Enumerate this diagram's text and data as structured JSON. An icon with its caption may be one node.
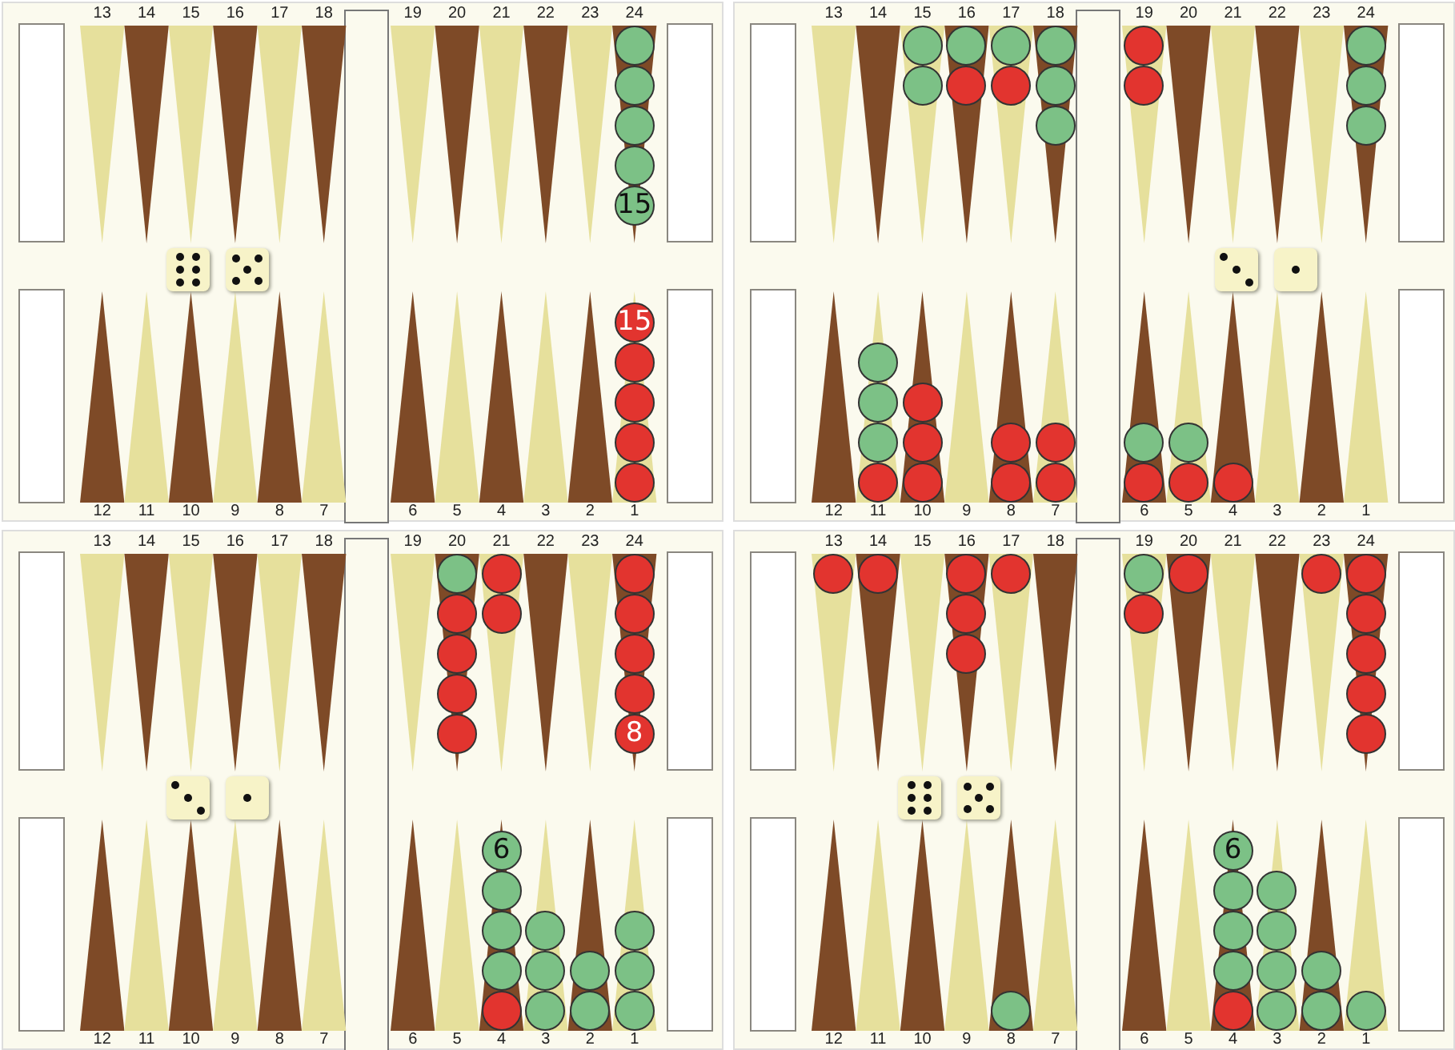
{
  "diagram": {
    "nodes": [
      {
        "text": [],
        "shape": "circle"
      },
      {
        "text": [],
        "shape": "circle"
      },
      {
        "text": [],
        "shape": "circle"
      },
      {
        "text": [],
        "shape": "circle"
      },
      {
        "text": [
          "15"
        ]
      },
      {
        "text": [
          "15"
        ]
      },
      {
        "text": [],
        "shape": "circle"
      },
      {
        "text": [],
        "shape": "circle"
      },
      {
        "text": [],
        "shape": "circle"
      },
      {
        "text": [],
        "shape": "circle"
      },
      {
        "text": [],
        "shape": "circle"
      },
      {
        "text": [],
        "shape": "circle"
      },
      {
        "text": [],
        "shape": "circle"
      },
      {
        "text": [],
        "shape": "circle"
      },
      {
        "text": [],
        "shape": "circle"
      },
      {
        "text": [],
        "shape": "circle"
      },
      {
        "text": [],
        "shape": "circle"
      },
      {
        "text": [],
        "shape": "circle"
      },
      {
        "text": [],
        "shape": "circle"
      },
      {
        "text": [],
        "shape": "circle"
      },
      {
        "text": [],
        "shape": "circle"
      },
      {
        "text": [],
        "shape": "circle"
      },
      {
        "text": [],
        "shape": "circle"
      },
      {
        "text": [],
        "shape": "circle"
      },
      {
        "text": [],
        "shape": "circle"
      },
      {
        "text": [],
        "shape": "circle"
      },
      {
        "text": [],
        "shape": "circle"
      },
      {
        "text": [],
        "shape": "circle"
      },
      {
        "text": [],
        "shape": "circle"
      },
      {
        "text": [],
        "shape": "circle"
      },
      {
        "text": [],
        "shape": "circle"
      },
      {
        "text": [],
        "shape": "circle"
      },
      {
        "text": [],
        "shape": "circle"
      },
      {
        "text": [],
        "shape": "circle"
      },
      {
        "text": [],
        "shape": "circle"
      },
      {
        "text": [],
        "shape": "circle"
      },
      {
        "text": [],
        "shape": "circle"
      },
      {
        "text": [],
        "shape": "circle"
      },
      {
        "text": [],
        "shape": "circle"
      },
      {
        "text": [],
        "shape": "circle"
      },
      {
        "text": [],
        "shape": "circle"
      },
      {
        "text": [],
        "shape": "circle"
      },
      {
        "text": [],
        "shape": "circle"
      },
      {
        "text": [],
        "shape": "circle"
      },
      {
        "text": [],
        "shape": "circle"
      },
      {
        "text": [],
        "shape": "circle"
      },
      {
        "text": [],
        "shape": "circle"
      },
      {
        "text": [],
        "shape": "circle"
      },
      {
        "text": [],
        "shape": "circle"
      },
      {
        "text": [],
        "shape": "circle"
      },
      {
        "text": [],
        "shape": "circle"
      },
      {
        "text": [
          "8"
        ]
      },
      {
        "text": [
          "6"
        ]
      },
      {
        "text": [],
        "shape": "circle"
      },
      {
        "text": [],
        "shape": "circle"
      },
      {
        "text": [],
        "shape": "circle"
      },
      {
        "text": [],
        "shape": "circle"
      },
      {
        "text": [],
        "shape": "circle"
      },
      {
        "text": [],
        "shape": "circle"
      },
      {
        "text": [],
        "shape": "circle"
      },
      {
        "text": [],
        "shape": "circle"
      },
      {
        "text": [],
        "shape": "circle"
      },
      {
        "text": [],
        "shape": "circle"
      },
      {
        "text": [],
        "shape": "circle"
      },
      {
        "text": [],
        "shape": "circle"
      },
      {
        "text": [],
        "shape": "circle"
      },
      {
        "text": [],
        "shape": "circle"
      },
      {
        "text": [],
        "shape": "circle"
      },
      {
        "text": [],
        "shape": "circle"
      },
      {
        "text": [],
        "shape": "circle"
      },
      {
        "text": [],
        "shape": "circle"
      },
      {
        "text": [],
        "shape": "circle"
      },
      {
        "text": [],
        "shape": "circle"
      },
      {
        "text": [],
        "shape": "circle"
      },
      {
        "text": [],
        "shape": "circle"
      },
      {
        "text": [],
        "shape": "circle"
      },
      {
        "text": [],
        "shape": "circle"
      },
      {
        "text": [],
        "shape": "circle"
      },
      {
        "text": [],
        "shape": "circle"
      },
      {
        "text": [],
        "shape": "circle"
      },
      {
        "text": [],
        "shape": "circle"
      },
      {
        "text": [
          "6"
        ]
      },
      {
        "text": [],
        "shape": "circle"
      },
      {
        "text": [],
        "shape": "circle"
      },
      {
        "text": [],
        "shape": "circle"
      },
      {
        "text": [],
        "shape": "circle"
      },
      {
        "text": [],
        "shape": "circle"
      },
      {
        "text": [],
        "shape": "circle"
      },
      {
        "text": [],
        "shape": "circle"
      },
      {
        "text": [],
        "shape": "circle"
      },
      {
        "text": [],
        "shape": "circle"
      },
      {
        "text": [],
        "shape": "circle"
      },
      {
        "text": [],
        "shape": "circle"
      }
    ],
    "labels": [
      "13",
      "14",
      "15",
      "16",
      "17",
      "18",
      "19",
      "20",
      "21",
      "22",
      "23",
      "24",
      "13",
      "14",
      "15",
      "16",
      "17",
      "18",
      "19",
      "20",
      "21",
      "22",
      "23",
      "24",
      "12",
      "11",
      "10",
      "9",
      "8",
      "7",
      "6",
      "5",
      "4",
      "3",
      "2",
      "1",
      "12",
      "11",
      "10",
      "9",
      "8",
      "7",
      "6",
      "5",
      "4",
      "3",
      "2",
      "1",
      "13",
      "14",
      "15",
      "16",
      "17",
      "18",
      "19",
      "20",
      "21",
      "22",
      "23",
      "24",
      "13",
      "14",
      "15",
      "16",
      "17",
      "18",
      "19",
      "20",
      "21",
      "22",
      "23",
      "24",
      "12",
      "11",
      "10",
      "9",
      "8",
      "7",
      "6",
      "5",
      "4",
      "3",
      "2",
      "1",
      "12",
      "11",
      "10",
      "9",
      "8",
      "7",
      "6",
      "5",
      "4",
      "3",
      "2",
      "1"
    ]
  }
}
